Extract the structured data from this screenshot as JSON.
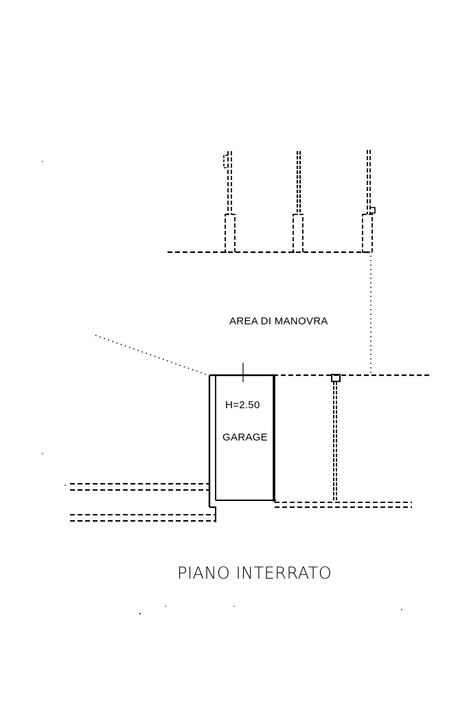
{
  "plan": {
    "area_label": "AREA DI MANOVRA",
    "room_height_label": "H=2.50",
    "room_name_label": "GARAGE",
    "floor_title": "PIANO INTERRATO"
  },
  "colors": {
    "ink": "#000000",
    "paper": "#ffffff"
  }
}
